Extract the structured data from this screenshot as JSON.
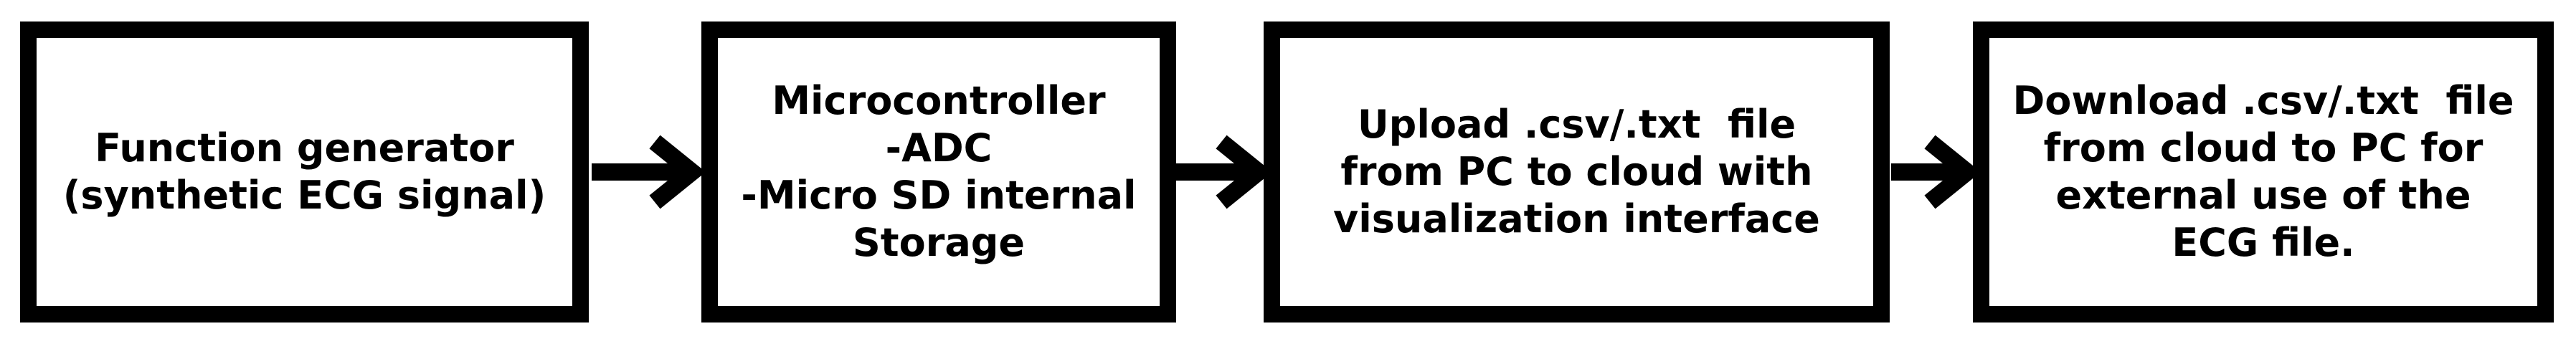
{
  "diagram": {
    "blocks": [
      {
        "id": "function-generator",
        "lines": [
          "Function generator",
          "(synthetic ECG signal)"
        ]
      },
      {
        "id": "microcontroller",
        "lines": [
          "Microcontroller",
          "-ADC",
          "-Micro SD internal",
          "Storage"
        ]
      },
      {
        "id": "upload",
        "lines": [
          "Upload .csv/.txt  file",
          "from PC to cloud with",
          "visualization interface"
        ]
      },
      {
        "id": "download",
        "lines": [
          "Download .csv/.txt  file",
          "from cloud to PC for",
          "external use of the",
          "ECG file."
        ]
      }
    ],
    "connections": [
      {
        "from": "function-generator",
        "to": "microcontroller"
      },
      {
        "from": "microcontroller",
        "to": "upload"
      },
      {
        "from": "upload",
        "to": "download"
      }
    ],
    "colors": {
      "stroke": "#000000",
      "fill": "#ffffff",
      "text": "#000000"
    }
  }
}
